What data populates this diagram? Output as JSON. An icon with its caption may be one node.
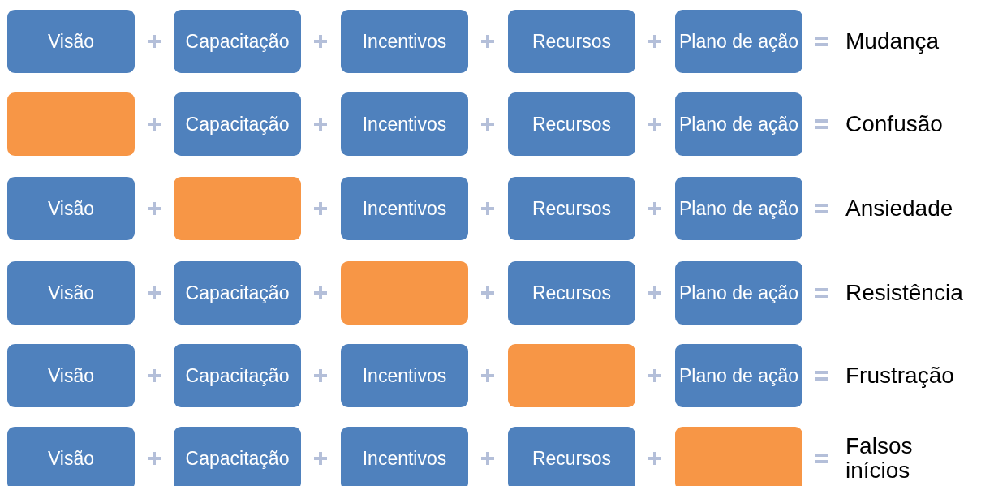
{
  "diagram": {
    "nodes": [
      {
        "text": [
          "Visão"
        ]
      },
      {
        "text": [
          "Capacitação"
        ]
      },
      {
        "text": [
          "Incentivos"
        ]
      },
      {
        "text": [
          "Recursos"
        ]
      },
      {
        "text": [
          "Plano de ação"
        ]
      },
      {
        "text": [],
        "shape": "box"
      },
      {
        "text": [
          "Capacitação"
        ]
      },
      {
        "text": [
          "Incentivos"
        ]
      },
      {
        "text": [
          "Recursos"
        ]
      },
      {
        "text": [
          "Plano de ação"
        ]
      },
      {
        "text": [
          "Visão"
        ]
      },
      {
        "text": [],
        "shape": "box"
      },
      {
        "text": [
          "Incentivos"
        ]
      },
      {
        "text": [
          "Recursos"
        ]
      },
      {
        "text": [
          "Plano de ação"
        ]
      },
      {
        "text": [
          "Visão"
        ]
      },
      {
        "text": [
          "Capacitação"
        ]
      },
      {
        "text": [],
        "shape": "box"
      },
      {
        "text": [
          "Recursos"
        ]
      },
      {
        "text": [
          "Plano de ação"
        ]
      },
      {
        "text": [
          "Visão"
        ]
      },
      {
        "text": [
          "Capacitação"
        ]
      },
      {
        "text": [
          "Incentivos"
        ]
      },
      {
        "text": [],
        "shape": "box"
      },
      {
        "text": [
          "Plano de ação"
        ]
      },
      {
        "text": [
          "Visão"
        ]
      },
      {
        "text": [
          "Capacitação"
        ]
      },
      {
        "text": [
          "Incentivos"
        ]
      },
      {
        "text": [
          "Recursos"
        ]
      },
      {
        "text": [],
        "shape": "box"
      }
    ],
    "edges": [],
    "labels": [
      "Mudança",
      "Confusão",
      "Ansiedade",
      "Resistência",
      "Frustração",
      "Falsos inícios"
    ]
  }
}
